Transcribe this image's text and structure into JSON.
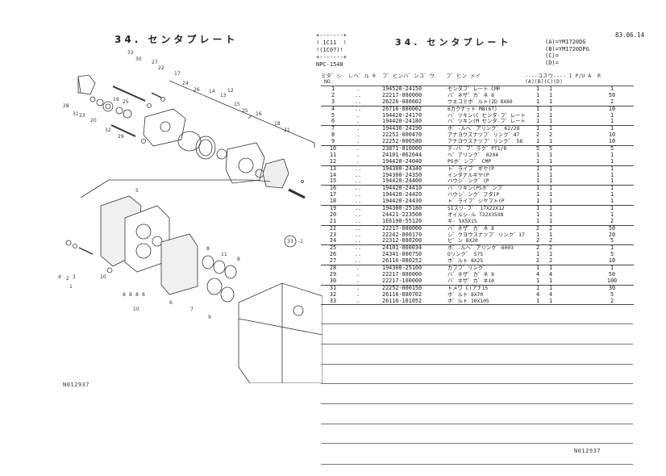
{
  "diagram": {
    "title": "34. センタプレート",
    "reference_code": "N012937",
    "callouts_upper": [
      "33",
      "30",
      "27",
      "22",
      "17",
      "24",
      "26",
      "14",
      "13",
      "12",
      "15",
      "25",
      "16",
      "18",
      "21",
      "28",
      "31",
      "23",
      "20",
      "19",
      "25",
      "32",
      "29"
    ],
    "callouts_lower": [
      "5",
      "4",
      "2",
      "3",
      "1",
      "10",
      "8",
      "8",
      "8",
      "8",
      "10",
      "6",
      "8",
      "11",
      "8",
      "7",
      "9",
      "33-1"
    ]
  },
  "sheet": {
    "box_lines": [
      "+-------+",
      "! 1C11  !",
      "!(1C07)!",
      "+-------+"
    ],
    "npc": "NPC-1548",
    "title": "34. センタプレート",
    "date": "83.06.14",
    "models": [
      "(A)=YM1720DG",
      "(B)=YM1720DPG",
      "(C)=",
      "(D)="
    ],
    "columns": {
      "ref_no": "ミタ゛シ",
      "ref_no2": "NO.",
      "level": "レヘ゛ル 0",
      "part_no": "フ゛ヒンハ゛ンコ゛ウ",
      "part_name": "フ゛ヒン メイ",
      "qty": "----コスウ---- I P/U A  R",
      "qty_sub": "(A)(B)(C)(D)"
    },
    "rows": [
      {
        "no": "1",
        "lvl": ".",
        "pn": "194520-24150",
        "name": "センタフ゜レート CMP",
        "a": "1",
        "b": "1",
        "pu": "1",
        "grp": false
      },
      {
        "no": "2",
        "lvl": "..",
        "pn": "22217-080000",
        "name": "ハ゛ネザ゛カ゛ネ 8",
        "a": "1",
        "b": "1",
        "pu": "50",
        "grp": false
      },
      {
        "no": "3",
        "lvl": "..",
        "pn": "26226-080602",
        "name": "ウエコミホ゛ルト(2D 8X60",
        "a": "1",
        "b": "1",
        "pu": "2",
        "grp": true
      },
      {
        "no": "4",
        "lvl": "..",
        "pn": "26716-080002",
        "name": "6カクナット M8(6T)",
        "a": "1",
        "b": "1",
        "pu": "10",
        "grp": false
      },
      {
        "no": "5",
        "lvl": ".",
        "pn": "194420-24170",
        "name": "ハ゜ツキン(C センタ-フ゜レート",
        "a": "1",
        "b": "1",
        "pu": "1",
        "grp": false
      },
      {
        "no": "6",
        "lvl": ".",
        "pn": "194420-24180",
        "name": "ハ゜ツキン(M センタ-フ゜レート",
        "a": "1",
        "b": "1",
        "pu": "1",
        "grp": true
      },
      {
        "no": "7",
        "lvl": ".",
        "pn": "194430-24190",
        "name": "ホ゛-ルヘ゛アリンク゛ 62/28",
        "a": "1",
        "b": "1",
        "pu": "1",
        "grp": false
      },
      {
        "no": "8",
        "lvl": ".",
        "pn": "22252-000470",
        "name": "アナヨウスナツフ゜リンク゛47",
        "a": "2",
        "b": "2",
        "pu": "10",
        "grp": false
      },
      {
        "no": "9",
        "lvl": ".",
        "pn": "22252-000580",
        "name": "アナヨウスナツフ゜リンク゛ 58",
        "a": "1",
        "b": "1",
        "pu": "10",
        "grp": true
      },
      {
        "no": "10",
        "lvl": ".",
        "pn": "23871-010000",
        "name": "テ-ハ゜フ゜ラク゛PT1/8",
        "a": "5",
        "b": "5",
        "pu": "5",
        "grp": false
      },
      {
        "no": "11",
        "lvl": ".",
        "pn": "24101-062044",
        "name": "ヘ゛アリンク゛ 6204",
        "a": "1",
        "b": "1",
        "pu": "1",
        "grp": false
      },
      {
        "no": "12",
        "lvl": ".",
        "pn": "194420-24040",
        "name": "PSホ゜ンフ゜ CMP",
        "a": "1",
        "b": "1",
        "pu": "1",
        "grp": true
      },
      {
        "no": "13",
        "lvl": "..",
        "pn": "194300-24340",
        "name": "ト゛ライフ゛ギヤ(P",
        "a": "1",
        "b": "1",
        "pu": "1",
        "grp": false
      },
      {
        "no": "14",
        "lvl": "..",
        "pn": "194300-24350",
        "name": "インタナルギヤ(P",
        "a": "1",
        "b": "1",
        "pu": "1",
        "grp": false
      },
      {
        "no": "15",
        "lvl": "..",
        "pn": "194420-24400",
        "name": "ハウシ゛ンク゛(P",
        "a": "1",
        "b": "1",
        "pu": "1",
        "grp": true
      },
      {
        "no": "16",
        "lvl": "..",
        "pn": "194420-24410",
        "name": "ハ゜ツキン(PSホ゜ンフ゜",
        "a": "1",
        "b": "1",
        "pu": "1",
        "grp": false
      },
      {
        "no": "17",
        "lvl": "..",
        "pn": "194420-24420",
        "name": "ハウシ゛ンク゛フタ(P",
        "a": "1",
        "b": "1",
        "pu": "1",
        "grp": false
      },
      {
        "no": "18",
        "lvl": "..",
        "pn": "194420-24430",
        "name": "ト゛ライフ゛シヤフト(P",
        "a": "1",
        "b": "1",
        "pu": "1",
        "grp": true
      },
      {
        "no": "19",
        "lvl": "..",
        "pn": "194300-25180",
        "name": "SIスリ-フ゛ 17X22X12",
        "a": "1",
        "b": "1",
        "pu": "1",
        "grp": false
      },
      {
        "no": "20",
        "lvl": "..",
        "pn": "24421-223508",
        "name": "オイルシ-ル T22X35X8",
        "a": "1",
        "b": "1",
        "pu": "1",
        "grp": false
      },
      {
        "no": "21",
        "lvl": "..",
        "pn": "1E6190-55120",
        "name": "キ- 5X5X15",
        "a": "1",
        "b": "1",
        "pu": "2",
        "grp": true
      },
      {
        "no": "22",
        "lvl": "..",
        "pn": "22217-080000",
        "name": "ハ゛ネザ゛カ゛ネ 8",
        "a": "2",
        "b": "2",
        "pu": "50",
        "grp": false
      },
      {
        "no": "23",
        "lvl": "..",
        "pn": "22242-000170",
        "name": "シ゛クヨウスナツフ゜リンク゛17",
        "a": "1",
        "b": "1",
        "pu": "20",
        "grp": false
      },
      {
        "no": "24",
        "lvl": "..",
        "pn": "22312-080200",
        "name": "ヒ゜ン 8X20",
        "a": "2",
        "b": "2",
        "pu": "5",
        "grp": true
      },
      {
        "no": "25",
        "lvl": "..",
        "pn": "24101-060034",
        "name": "ホ゛-ルヘ゛アリンク゛6003",
        "a": "2",
        "b": "2",
        "pu": "1",
        "grp": false
      },
      {
        "no": "26",
        "lvl": "..",
        "pn": "24341-000750",
        "name": "Oリンク゛ S75",
        "a": "1",
        "b": "1",
        "pu": "5",
        "grp": false
      },
      {
        "no": "27",
        "lvl": "..",
        "pn": "26116-080252",
        "name": "ホ゛ルト 8X25",
        "a": "2",
        "b": "2",
        "pu": "10",
        "grp": true
      },
      {
        "no": "28",
        "lvl": ".",
        "pn": "194300-25100",
        "name": "カフフ゜リンク゛",
        "a": "1",
        "b": "1",
        "pu": "1",
        "grp": false
      },
      {
        "no": "29",
        "lvl": ".",
        "pn": "22217-080000",
        "name": "ハ゛ネザ゛カ゛ネ 8",
        "a": "4",
        "b": "4",
        "pu": "50",
        "grp": false
      },
      {
        "no": "30",
        "lvl": ".",
        "pn": "22217-100000",
        "name": "ハ゛ネザ゛カ゛ネ10",
        "a": "1",
        "b": "1",
        "pu": "100",
        "grp": true
      },
      {
        "no": "31",
        "lvl": ".",
        "pn": "22252-000150",
        "name": "トメワ C(アナ15",
        "a": "1",
        "b": "1",
        "pu": "30",
        "grp": false
      },
      {
        "no": "32",
        "lvl": ".",
        "pn": "26116-080702",
        "name": "ホ゛ルト 8X70",
        "a": "4",
        "b": "4",
        "pu": "5",
        "grp": false
      },
      {
        "no": "33",
        "lvl": ".",
        "pn": "26116-101052",
        "name": "ホ゛ルト 10X105",
        "a": "1",
        "b": "1",
        "pu": "2",
        "grp": true
      }
    ],
    "reference_code": "N012937"
  }
}
